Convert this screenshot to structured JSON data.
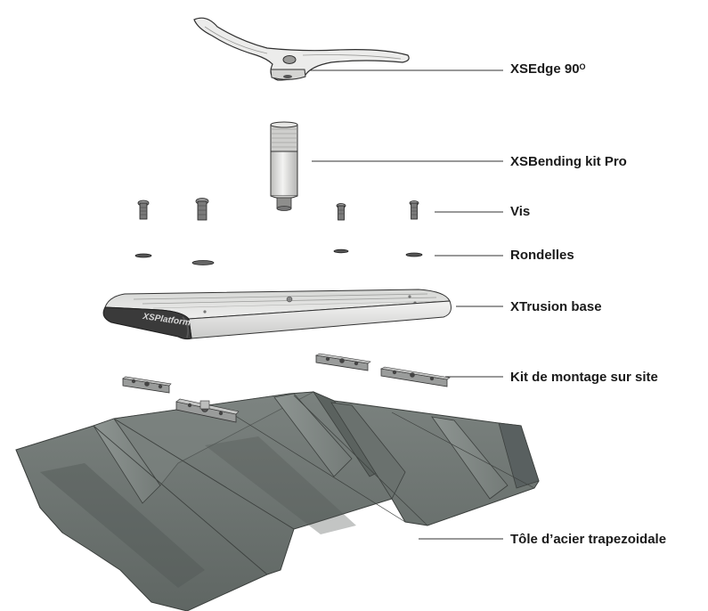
{
  "labels": {
    "xsedge": {
      "text": "XSEdge 90",
      "superscript": "O"
    },
    "bending_kit": "XSBending kit Pro",
    "screws": "Vis",
    "washers": "Rondelles",
    "base": "XTrusion base",
    "mounting_kit": "Kit de montage sur site",
    "roof_sheet": "Tôle d’acier trapezoidale"
  },
  "base_logo": "XSPlatforms",
  "colors": {
    "leader_line": "#333333",
    "steel_sheet": "#6e7572",
    "aluminium": "#e3e4e2",
    "dark_part": "#3a3a3a"
  }
}
